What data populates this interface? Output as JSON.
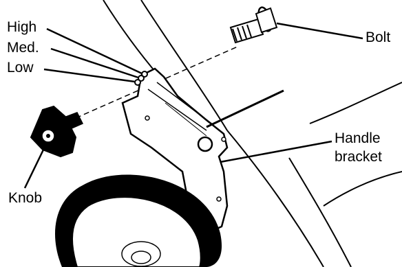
{
  "labels": {
    "high": "High",
    "med": "Med.",
    "low": "Low",
    "bolt": "Bolt",
    "handle_line1": "Handle",
    "handle_line2": "bracket",
    "knob": "Knob"
  },
  "colors": {
    "ink": "#000000",
    "paper": "#ffffff"
  }
}
